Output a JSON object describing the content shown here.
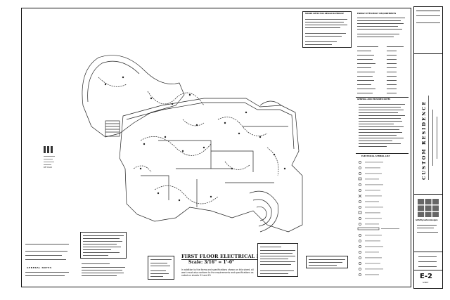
{
  "drawing": {
    "title": "FIRST FLOOR ELECTRICAL PLAN",
    "scale": "Scale: 3/16\" = 1'-0\"",
    "general_notes_heading": "GENERAL NOTES",
    "legend_heading": "ELECTRICAL SYMBOL LIST",
    "symbols_heading": "SMOKE DETECTOR DESIGN SCHEDULE",
    "energy_heading": "ENERGY EFFICIENCY REQUIREMENTS",
    "notes_heading": "GENERAL AND PROVIDER NOTES",
    "reference_note": "In addition to the items and specifications shown on this sheet, all work must also conform to the requirements and specifications as noted on sheets G1 and E1",
    "keyplan_label": "KEY PLAN"
  },
  "title_block": {
    "project": "CUSTOM RESIDENCE",
    "firm": "leftoftycustomdesigns",
    "sheet_number": "E-2",
    "sheet_label": "SHEET"
  }
}
